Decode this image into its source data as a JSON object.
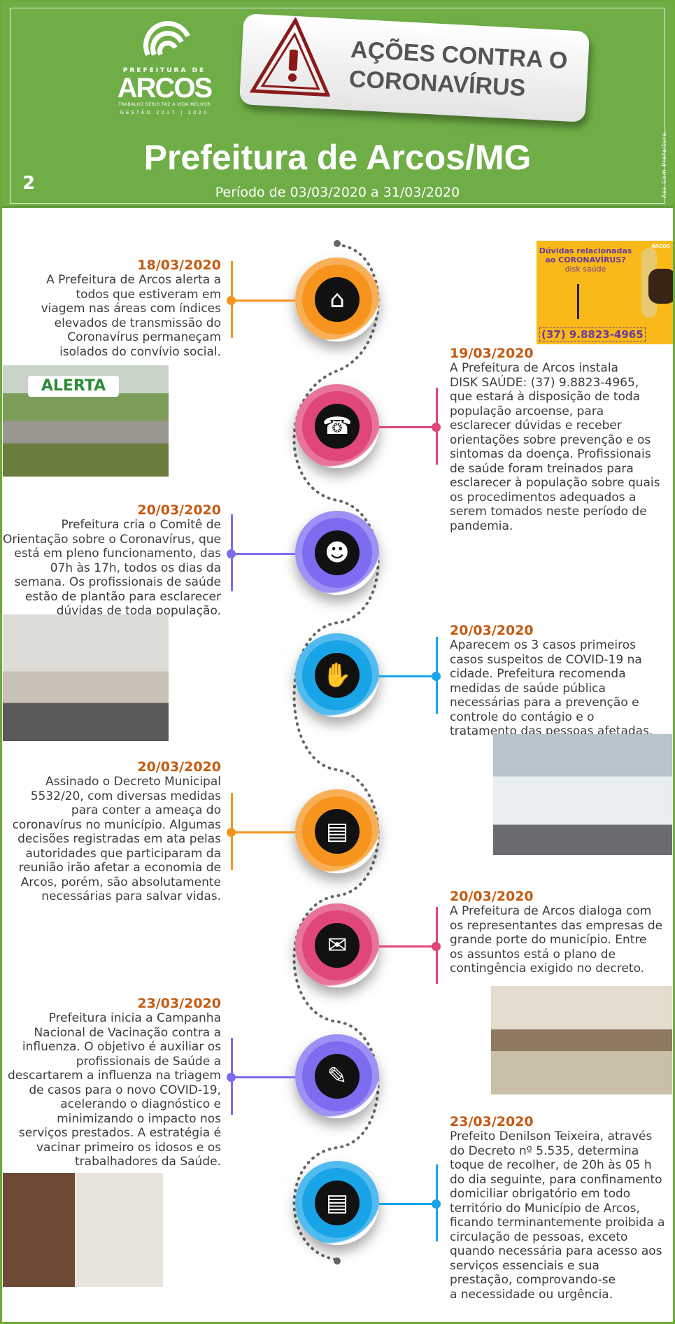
{
  "header": {
    "logo": {
      "prefix": "PREFEITURA DE",
      "name": "ARCOS",
      "slogan": "TRABALHO SÉRIO FAZ A VIDA MELHOR",
      "term": "GESTÃO 2017 | 2020"
    },
    "banner_line1": "AÇÕES CONTRA O",
    "banner_line2": "CORONAVÍRUS",
    "title": "Prefeitura de Arcos/MG",
    "page_number": "2",
    "period": "Período de 03/03/2020  a 31/03/2020",
    "credit": "Ass Com Prefeitura."
  },
  "colors": {
    "green": "#6fae47",
    "orange": "#f7941d",
    "pink": "#e0457b",
    "purple": "#7b6cf0",
    "blue": "#19a4e8",
    "date": "#c55a11"
  },
  "entries": [
    {
      "side": "left",
      "color": "orange",
      "icon": "family-house-icon",
      "glyph": "⌂",
      "date": "18/03/2020",
      "text": "A Prefeitura de Arcos alerta a\ntodos que estiveram em\nviagem nas áreas com índices\nelevados de transmissão do\nCoronavírus permaneçam\nisolados do convívio social."
    },
    {
      "side": "right",
      "color": "pink",
      "icon": "telephone-icon",
      "glyph": "☎",
      "date": "19/03/2020",
      "text": "A Prefeitura de Arcos instala\nDISK SAÚDE: (37) 9.8823-4965,\nque estará à disposição de toda\npopulação arcoense, para\nesclarecer dúvidas e receber\norientações sobre prevenção e os\nsintomas da doença. Profissionais\nde saúde foram treinados para\nesclarecer à população sobre quais\nos procedimentos adequados a\nserem tomados neste período de\npandemia."
    },
    {
      "side": "left",
      "color": "purple",
      "icon": "meeting-table-icon",
      "glyph": "☻",
      "date": "20/03/2020",
      "text": "Prefeitura cria o Comitê de\nOrientação sobre o Coronavírus, que\nestá em pleno funcionamento, das\n07h às 17h, todos os dias da\nsemana. Os profissionais de saúde\nestão de plantão para esclarecer\ndúvidas de toda população."
    },
    {
      "side": "right",
      "color": "blue",
      "icon": "hand-washing-icon",
      "glyph": "✋",
      "date": "20/03/2020",
      "text": "Aparecem os 3 casos primeiros\ncasos suspeitos de COVID-19 na\ncidade. Prefeitura recomenda\nmedidas de saúde pública\nnecessárias para a prevenção e\ncontrole do contágio e o\ntratamento das pessoas afetadas."
    },
    {
      "side": "left",
      "color": "orange",
      "icon": "document-check-icon",
      "glyph": "▤",
      "date": "20/03/2020",
      "text": "Assinado o Decreto Municipal\n5532/20, com diversas medidas\npara conter a ameaça do\ncoronavírus no município. Algumas\ndecisões registradas em ata pelas\nautoridades que participaram da\nreunião irão afetar a economia de\nArcos, porém, são absolutamente\nnecessárias para salvar vidas."
    },
    {
      "side": "right",
      "color": "pink",
      "icon": "chat-bubbles-icon",
      "glyph": "✉",
      "date": "20/03/2020",
      "text": "A Prefeitura de Arcos dialoga com\nos representantes das empresas de\ngrande porte do município. Entre\nos assuntos está o plano de\ncontingência exigido no decreto."
    },
    {
      "side": "left",
      "color": "purple",
      "icon": "syringe-icon",
      "glyph": "✎",
      "date": "23/03/2020",
      "text": "Prefeitura inicia a Campanha\nNacional de Vacinação contra a\ninfluenza. O objetivo é auxiliar os\nprofissionais de Saúde a\ndescartarem a influenza na triagem\nde casos para o novo COVID-19,\nacelerando o diagnóstico e\nminimizando o impacto nos\nserviços prestados. A estratégia é\nvacinar primeiro os idosos e os\ntrabalhadores da Saúde."
    },
    {
      "side": "right",
      "color": "blue",
      "icon": "document-check-icon",
      "glyph": "▤",
      "date": "23/03/2020",
      "text": "Prefeito Denilson Teixeira, através\ndo Decreto nº 5.535, determina\ntoque de recolher, de 20h às 05 h\ndo dia seguinte, para confinamento\ndomiciliar obrigatório em todo\nterritório do Município de Arcos,\nficando terminantemente proibida a\ncirculação de pessoas, exceto\nquando necessária para acesso aos\nserviços essenciais e  sua\nprestação, comprovando-se\na necessidade ou urgência."
    }
  ],
  "photos": {
    "disk": {
      "line1": "Dúvidas relacionadas",
      "line2": "ao CORONAVÍRUS?",
      "line3": "disk saúde",
      "phone": "(37) 9.8823-4965",
      "brand": "ARCOS"
    },
    "alert": {
      "label": "ALERTA"
    }
  }
}
